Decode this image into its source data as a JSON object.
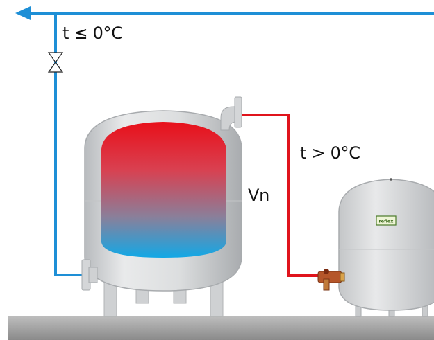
{
  "labels": {
    "cold_condition": "t ≤ 0°C",
    "hot_condition": "t > 0°C",
    "vessel_volume": "Vn"
  },
  "vessel_brand_plate": "reflex",
  "colors": {
    "cold_pipe": "#1e8fd6",
    "hot_pipe": "#e0141c",
    "tank_hot": "#e8101a",
    "tank_cold": "#12a8e6",
    "steel": "#d6d8da",
    "floor": "#9a9a9a"
  }
}
